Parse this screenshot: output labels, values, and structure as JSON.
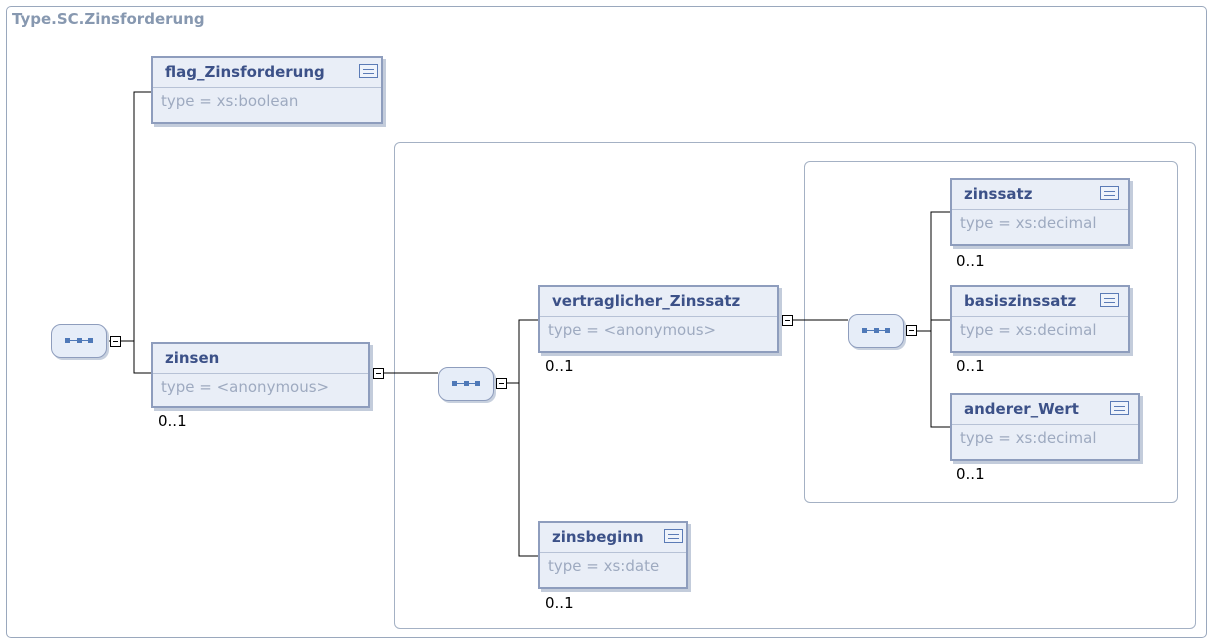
{
  "schema": {
    "title": "Type.SC.Zinsforderung",
    "elements": {
      "flag": {
        "name": "flag_Zinsforderung",
        "type": "type = xs:boolean"
      },
      "zinsen": {
        "name": "zinsen",
        "type": "type = <anonymous>",
        "cardinality": "0..1"
      },
      "vertraglich": {
        "name": "vertraglicher_Zinssatz",
        "type": "type = <anonymous>",
        "cardinality": "0..1"
      },
      "zinsbeginn": {
        "name": "zinsbeginn",
        "type": "type = xs:date",
        "cardinality": "0..1"
      },
      "zinssatz": {
        "name": "zinssatz",
        "type": "type = xs:decimal",
        "cardinality": "0..1"
      },
      "basiszinssatz": {
        "name": "basiszinssatz",
        "type": "type = xs:decimal",
        "cardinality": "0..1"
      },
      "anderer": {
        "name": "anderer_Wert",
        "type": "type = xs:decimal",
        "cardinality": "0..1"
      }
    },
    "icons": {
      "documentation": "documentation-icon",
      "sequence": "sequence-icon",
      "collapse": "collapse-icon"
    },
    "colors": {
      "element_fill": "#e9eef7",
      "element_border": "#8e9dbd",
      "name_text": "#3c5188",
      "type_text": "#9eaac0",
      "sequence_dots": "#4f79b8"
    }
  }
}
